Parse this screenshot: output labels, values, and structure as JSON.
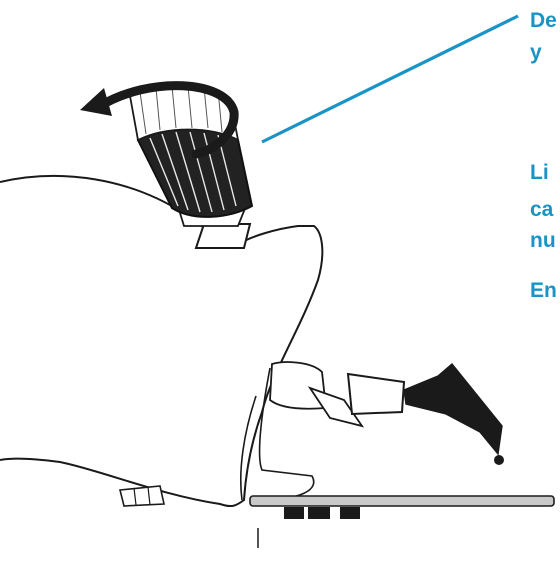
{
  "colors": {
    "accent": "#1a93c6",
    "line": "#1a1a1a",
    "fill_dark": "#222222",
    "background": "#ffffff"
  },
  "icons": [
    "rotate-arrow-icon"
  ],
  "callout_lines": [
    "De",
    "y",
    "Li",
    "ca",
    "nu",
    "En"
  ]
}
